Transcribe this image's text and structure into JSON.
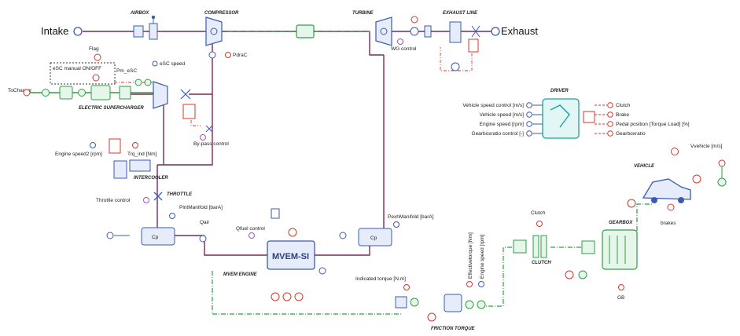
{
  "diagram": {
    "intake_label": "Intake",
    "exhaust_label": "Exhaust",
    "blocks": {
      "airbox": "AIRBOX",
      "compressor": "COMPRESSOR",
      "turbine": "TURBINE",
      "exhaust_line": "EXHAUST LINE",
      "electric_supercharger": "ELECTRIC SUPERCHARGER",
      "intercooler": "INTERCOOLER",
      "throttle": "THROTTLE",
      "engine": "MVEM ENGINE",
      "engine_block_text": "MVEM-SI",
      "driver": "DRIVER",
      "vehicle": "VEHICLE",
      "gearbox": "GEARBOX",
      "clutch": "CLUTCH",
      "friction_torque": "FRICTION TORQUE",
      "cp_left": "Cp",
      "cp_right": "Cp"
    },
    "signals": {
      "pdrac": "PdraC",
      "wg_control": "WG control",
      "flag": "Flag",
      "esc_manual": "eSC manual ON/OFF",
      "pm_esc": "Pm_eSC",
      "esc_speed": "eSC speed",
      "to_charger": "ToCharger",
      "bypass_control": "By-pass control",
      "engine_speed2": "Engine speed2 [rpm]",
      "trq_ind": "Trq_ind [Nm]",
      "throttle_control": "Throttle control",
      "pint_manifold": "PintManifold [barA]",
      "qair": "Qair",
      "qfuel_control": "Qfuel control",
      "pexh_manifold": "PexhManifold [barA]",
      "indicated_torque": "Indicated torque [N.m]",
      "effective_torque": "Effectivetorque [Nm]",
      "engine_speed": "Engine speed [rpm]",
      "clutch_top": "Clutch",
      "gb": "GB",
      "brakes": "brakes",
      "v_vehicle": "Vvehicle [m/s]"
    },
    "driver_inputs": [
      "Vehicle speed control [m/s]",
      "Vehicle speed [m/s]",
      "Engine speed [rpm]",
      "Gearboxratio control [-]"
    ],
    "driver_outputs": [
      "Clutch",
      "Brake",
      "Pedal position [Torque Load] [%]",
      "Gearboxratio"
    ],
    "colors": {
      "air_line": "#7a2a58",
      "mech_line": "#2f9e44",
      "signal_line": "#d03a2a",
      "component": "#3b5bb0",
      "driver": "#19a2a2"
    }
  }
}
